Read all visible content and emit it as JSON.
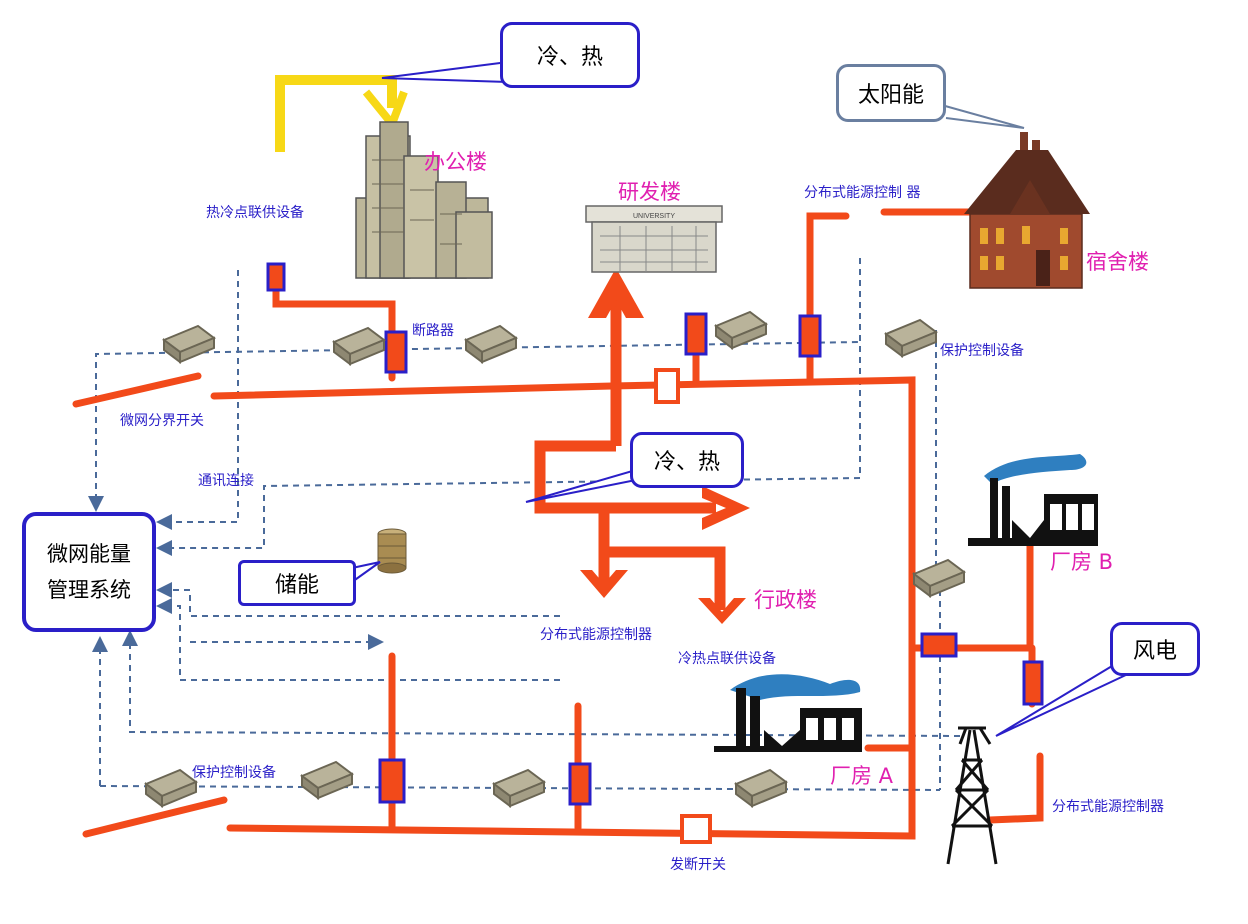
{
  "ems": {
    "line1": "微网能量",
    "line2": "管理系统"
  },
  "buildings": {
    "office": "办公楼",
    "rnd": "研发楼",
    "dorm": "宿舍楼",
    "admin": "行政楼",
    "factory_a": "厂房 A",
    "factory_b": "厂房 B"
  },
  "callouts": {
    "top_cold_heat": "冷、热",
    "center_cold_heat": "冷、热",
    "solar": "太阳能",
    "storage": "储能",
    "wind": "风电"
  },
  "labels": {
    "chp_top": "热冷点联供设备",
    "breaker": "断路器",
    "dist_ctrl_top": "分布式能源控制 器",
    "protection_right": "保护控制设备",
    "boundary_switch": "微网分界开关",
    "comm_link": "通讯连接",
    "dist_ctrl_center": "分布式能源控制器",
    "chp_center": "冷热点联供设备",
    "protection_bottom": "保护控制设备",
    "gen_switch": "发断开关",
    "dist_ctrl_right": "分布式能源控制器"
  },
  "colors": {
    "power_line": "#f24a1a",
    "comm_line": "#4a6a9a",
    "device_border": "#2a1fc8",
    "heat_pipe": "#f7d816",
    "label_blue": "#2a1fc8",
    "building_label": "#e020b0"
  },
  "icons": [
    "protection-device-icon",
    "breaker-icon",
    "factory-icon",
    "wind-turbine-icon",
    "battery-storage-icon",
    "office-building-icon",
    "university-building-icon",
    "dormitory-house-icon"
  ]
}
